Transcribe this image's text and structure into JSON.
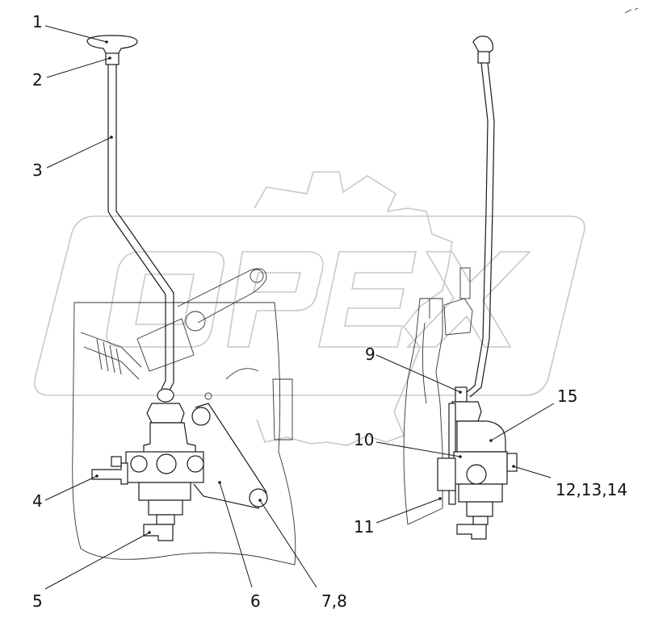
{
  "diagram": {
    "callouts": [
      {
        "id": "c1",
        "label": "1"
      },
      {
        "id": "c2",
        "label": "2"
      },
      {
        "id": "c3",
        "label": "3"
      },
      {
        "id": "c4",
        "label": "4"
      },
      {
        "id": "c5",
        "label": "5"
      },
      {
        "id": "c6",
        "label": "6"
      },
      {
        "id": "c78",
        "label": "7,8"
      },
      {
        "id": "c9",
        "label": "9"
      },
      {
        "id": "c10",
        "label": "10"
      },
      {
        "id": "c11",
        "label": "11"
      },
      {
        "id": "c121314",
        "label": "12,13,14"
      },
      {
        "id": "c15",
        "label": "15"
      }
    ],
    "watermark_color": "#c8c8c8",
    "line_color": "#1a1a1a"
  }
}
